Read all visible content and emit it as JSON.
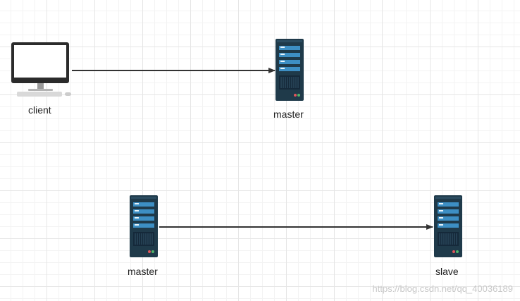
{
  "nodes": {
    "client": {
      "label": "client",
      "icon": "desktop-computer-icon"
    },
    "master_top": {
      "label": "master",
      "icon": "server-icon"
    },
    "master_bottom": {
      "label": "master",
      "icon": "server-icon"
    },
    "slave": {
      "label": "slave",
      "icon": "server-icon"
    }
  },
  "edges": [
    {
      "from": "client",
      "to": "master_top"
    },
    {
      "from": "master_bottom",
      "to": "slave"
    }
  ],
  "watermark": "https://blog.csdn.net/qq_40036189",
  "colors": {
    "server_body": "#1f3a4a",
    "server_slot": "#3d8fc4",
    "arrow": "#333333"
  }
}
